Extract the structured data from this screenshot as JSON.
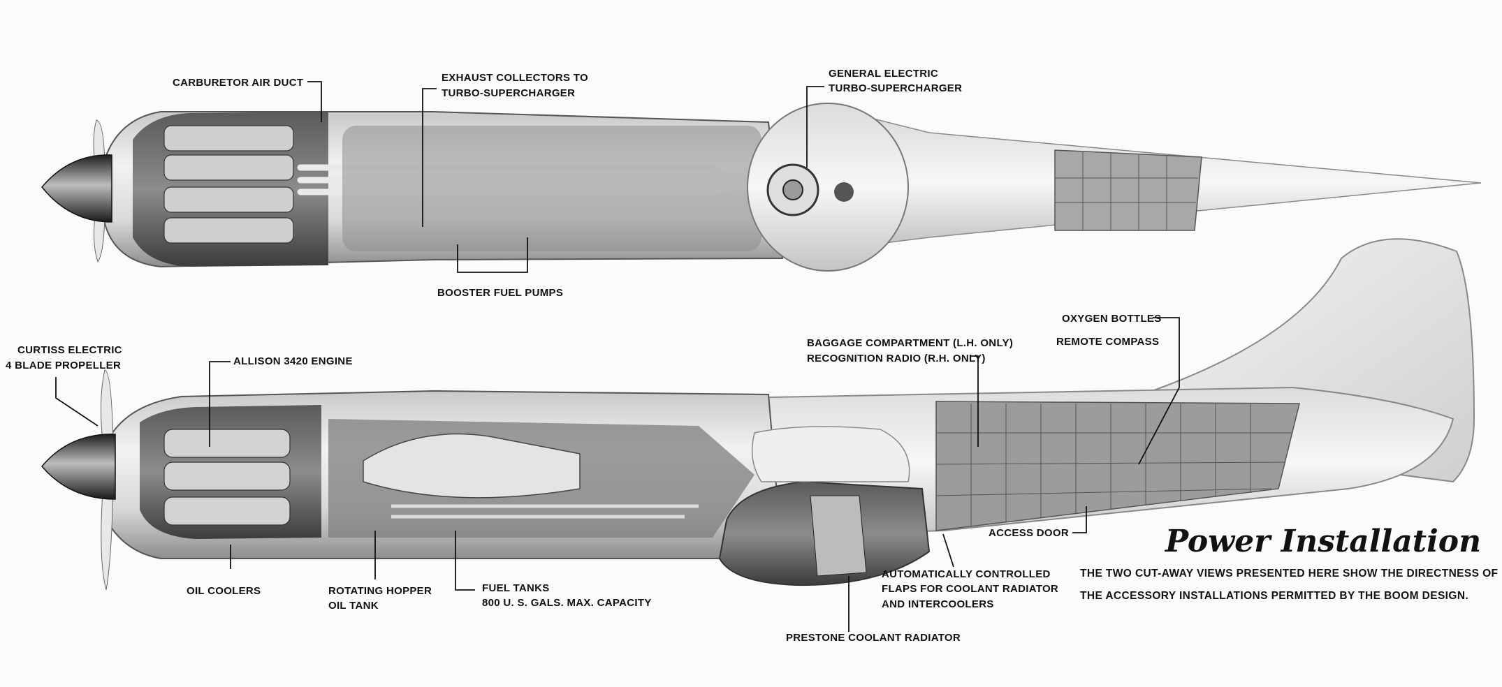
{
  "labels": {
    "carb_duct": "CARBURETOR AIR DUCT",
    "exhaust_1": "EXHAUST COLLECTORS TO",
    "exhaust_2": "TURBO-SUPERCHARGER",
    "ge_1": "GENERAL ELECTRIC",
    "ge_2": "TURBO-SUPERCHARGER",
    "booster": "BOOSTER FUEL PUMPS",
    "prop_1": "CURTISS ELECTRIC",
    "prop_2": "4 BLADE PROPELLER",
    "engine": "ALLISON 3420 ENGINE",
    "baggage": "BAGGAGE COMPARTMENT (L.H. ONLY)",
    "radio": "RECOGNITION RADIO (R.H. ONLY)",
    "oxygen": "OXYGEN BOTTLES",
    "compass": "REMOTE COMPASS",
    "access": "ACCESS DOOR",
    "oil_coolers": "OIL COOLERS",
    "hopper_1": "ROTATING HOPPER",
    "hopper_2": "OIL TANK",
    "fuel_1": "FUEL TANKS",
    "fuel_2": "800 U. S. GALS. MAX. CAPACITY",
    "flaps_1": "AUTOMATICALLY CONTROLLED",
    "flaps_2": "FLAPS FOR COOLANT RADIATOR",
    "flaps_3": "AND INTERCOOLERS",
    "radiator": "PRESTONE COOLANT RADIATOR"
  },
  "title": "Power Installation",
  "caption": {
    "line1": "THE TWO CUT-AWAY VIEWS PRESENTED HERE SHOW THE DIRECTNESS OF",
    "line2": "THE ACCESSORY INSTALLATIONS PERMITTED BY THE BOOM DESIGN."
  }
}
